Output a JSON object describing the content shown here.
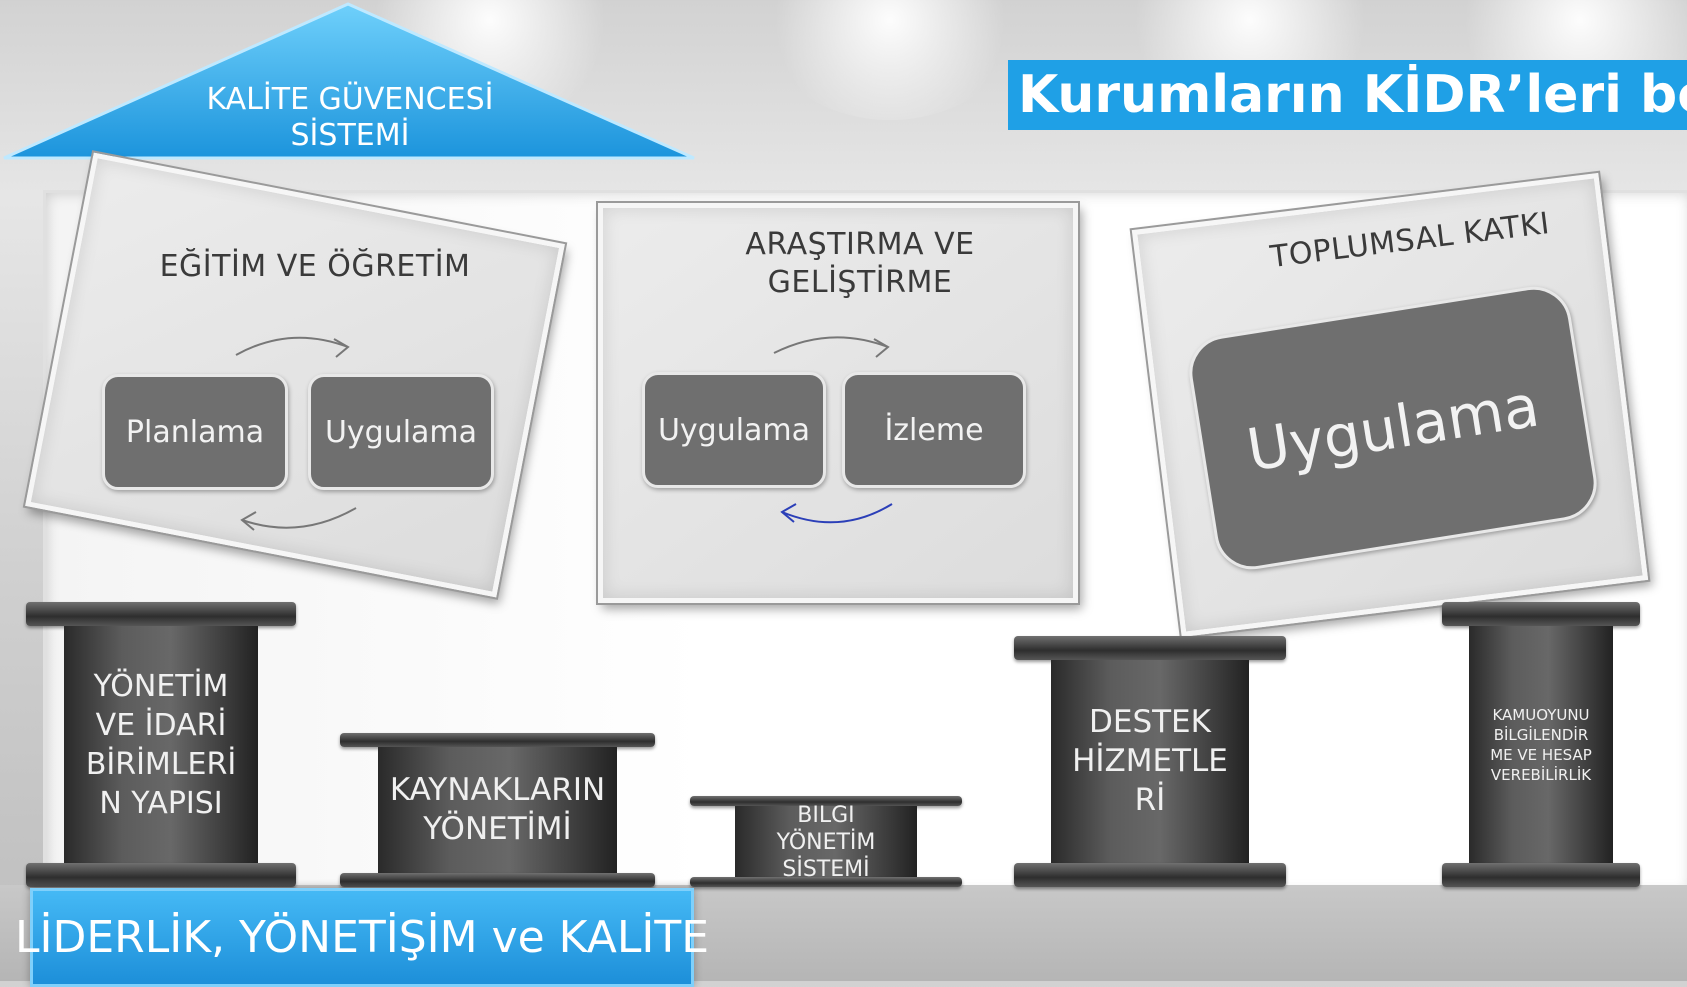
{
  "roof": {
    "line1": "KALİTE GÜVENCESİ",
    "line2": "SİSTEMİ"
  },
  "heading": "Kurumların KİDR’leri böy",
  "panels": {
    "education": {
      "title": "EĞİTİM VE ÖĞRETİM",
      "box1": "Planlama",
      "box2": "Uygulama"
    },
    "research": {
      "title_line1": "ARAŞTIRMA VE",
      "title_line2": "GELİŞTİRME",
      "box1": "Uygulama",
      "box2": "İzleme"
    },
    "community": {
      "title": "TOPLUMSAL KATKI",
      "box": "Uygulama"
    }
  },
  "pillars": {
    "management": {
      "l1": "YÖNETİM",
      "l2": "VE İDARİ",
      "l3": "BİRİMLERİ",
      "l4": "N YAPISI"
    },
    "resources": {
      "l1": "KAYNAKLARIN",
      "l2": "YÖNETİMİ"
    },
    "information": {
      "l1": "BILGI",
      "l2": "YÖNETİM",
      "l3": "SİSTEMİ"
    },
    "support": {
      "l1": "DESTEK",
      "l2": "HİZMETLE",
      "l3": "Rİ"
    },
    "accountability": {
      "l1": "KAMUOYUNU",
      "l2": "BİLGİLENDİR",
      "l3": "ME VE HESAP",
      "l4": "VEREBİLİRLİK"
    }
  },
  "banner": "LİDERLİK, YÖNETİŞİM ve KALİTE",
  "colors": {
    "accent_blue": "#1fa0e6",
    "box_gray": "#6f6f6f",
    "pillar_dark": "#3a3a3a",
    "arrow_blue": "#2b3fb8"
  }
}
